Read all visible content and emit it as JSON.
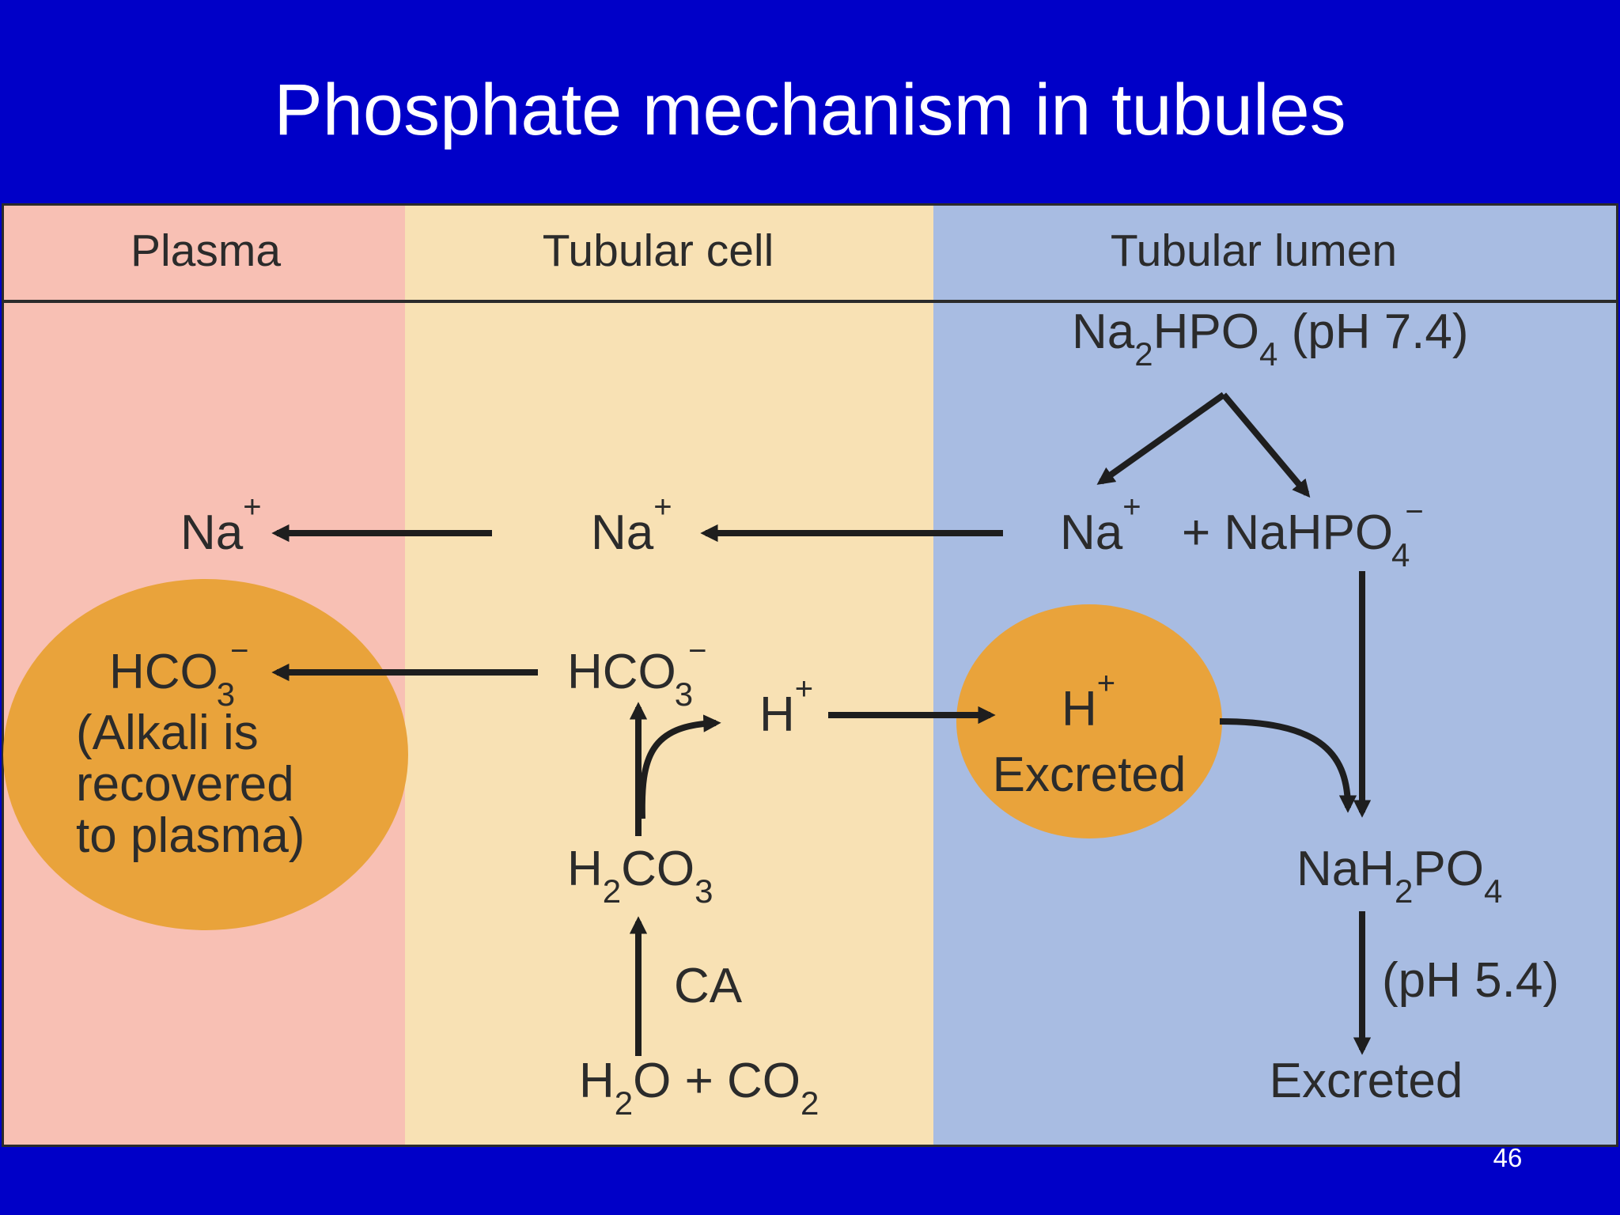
{
  "slide": {
    "title": "Phosphate mechanism in tubules",
    "page_number": "46"
  },
  "colors": {
    "background": "#0000c8",
    "plasma": "#f8c0b4",
    "tubular_cell": "#f8e1b4",
    "tubular_lumen": "#a8bce2",
    "circle": "#e9a33b",
    "ink": "#2b2b2b"
  },
  "columns": {
    "plasma": "Plasma",
    "tubular_cell": "Tubular cell",
    "tubular_lumen": "Tubular lumen"
  },
  "lumen": {
    "na2hpo4": {
      "a": "Na",
      "b": "2",
      "c": "HPO",
      "d": "4",
      "e": " (pH 7.4)"
    },
    "na_plus": {
      "a": "Na",
      "b": "+"
    },
    "nahpo4": {
      "a": "+ NaHPO",
      "b": "4",
      "c": "−"
    },
    "h_plus": {
      "a": "H",
      "b": "+"
    },
    "h_excreted": "Excreted",
    "nah2po4": {
      "a": "NaH",
      "b": "2",
      "c": "PO",
      "d": "4"
    },
    "ph": "(pH 5.4)",
    "excreted": "Excreted"
  },
  "cell": {
    "na_plus": {
      "a": "Na",
      "b": "+"
    },
    "hco3": {
      "a": "HCO",
      "b": "3",
      "c": "−"
    },
    "h_plus": {
      "a": "H",
      "b": "+"
    },
    "h2co3": {
      "a": "H",
      "b": "2",
      "c": "CO",
      "d": "3"
    },
    "ca": "CA",
    "h2o_co2": {
      "a": "H",
      "b": "2",
      "c": "O + CO",
      "d": "2"
    }
  },
  "plasma": {
    "na_plus": {
      "a": "Na",
      "b": "+"
    },
    "hco3": {
      "a": "HCO",
      "b": "3",
      "c": "−"
    },
    "note": [
      "(Alkali is",
      "recovered",
      "to plasma)"
    ]
  }
}
